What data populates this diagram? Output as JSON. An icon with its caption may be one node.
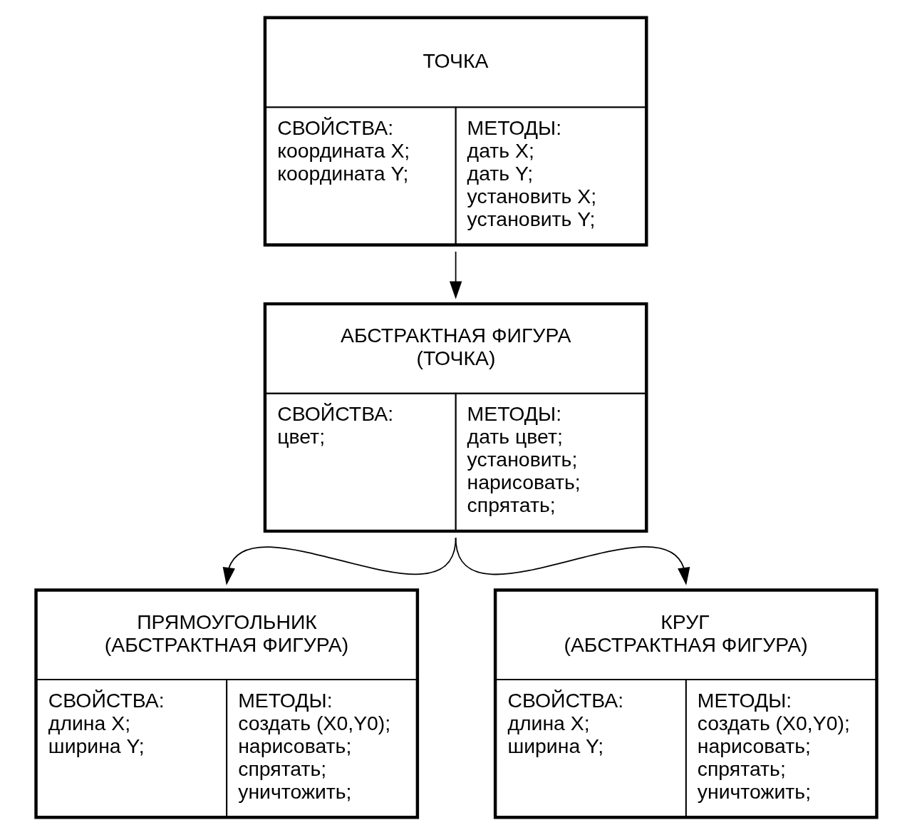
{
  "diagram": {
    "nodes": [
      {
        "text": [
          "ТОЧКА",
          "СВОЙСТВА: координата X; координата Y;",
          "МЕТОДЫ: дать X; дать Y; установить X; установить Y;"
        ]
      },
      {
        "text": [
          "АБСТРАКТНАЯ ФИГУРА (ТОЧКА)",
          "СВОЙСТВА: цвет;",
          "МЕТОДЫ: дать цвет; установить; нарисовать; спрятать;"
        ]
      },
      {
        "text": [
          "ПРЯМОУГОЛЬНИК (АБСТРАКТНАЯ ФИГУРА)",
          "СВОЙСТВА: длина X; ширина Y;",
          "МЕТОДЫ: создать (X0,Y0); нарисовать; спрятать; уничтожить;"
        ]
      },
      {
        "text": [
          "КРУГ (АБСТРАКТНАЯ ФИГУРА)",
          "СВОЙСТВА: длина X; ширина Y;",
          "МЕТОДЫ: создать (X0,Y0); нарисовать; спрятать; уничтожить;"
        ]
      }
    ],
    "edges": [
      {
        "from": 0,
        "to": 1,
        "arrow": "to"
      },
      {
        "from": 1,
        "to": 2,
        "arrow": "to"
      },
      {
        "from": 1,
        "to": 3,
        "arrow": "to"
      }
    ]
  }
}
